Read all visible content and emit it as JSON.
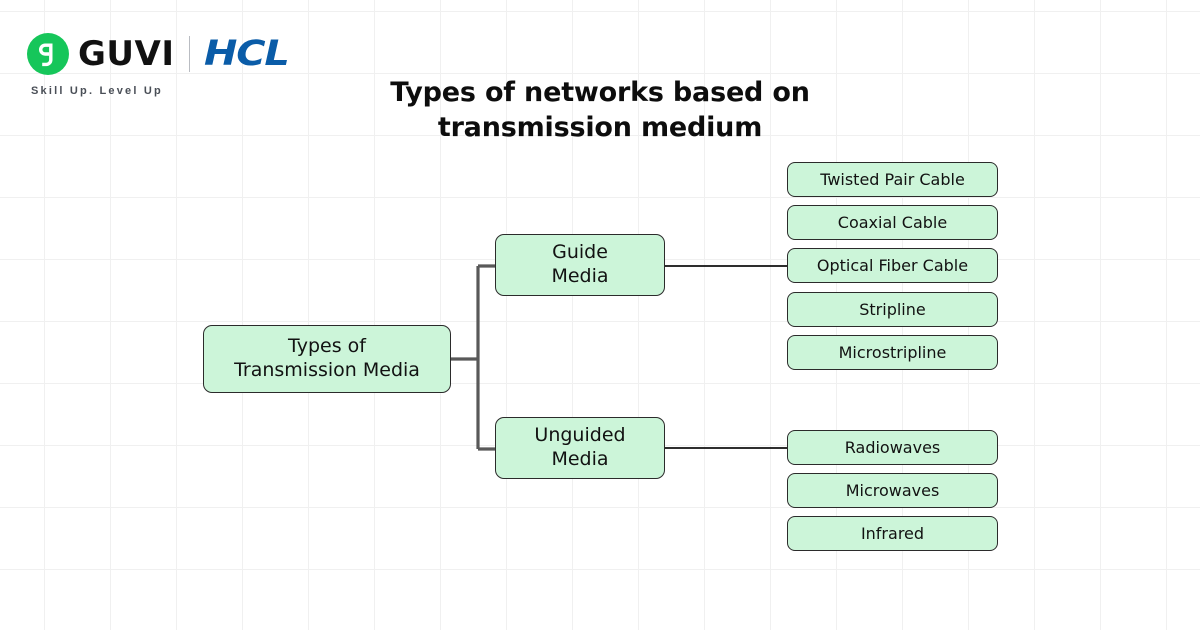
{
  "brand": {
    "guvi_name": "GUVI",
    "guvi_icon": "guvi-g-mark",
    "tagline": "Skill Up. Level Up",
    "partner_name": "HCL",
    "guvi_green": "#16c65a",
    "hcl_blue": "#0a5ca8"
  },
  "title": "Types of networks based on\ntransmission medium",
  "diagram": {
    "node_fill": "#ccf5d9",
    "node_border": "#2b2b2b",
    "edge_color": "#595959",
    "root": {
      "label": "Types of\nTransmission Media"
    },
    "branches": [
      {
        "id": "guided",
        "label": "Guide\nMedia",
        "children": [
          {
            "label": "Twisted Pair Cable"
          },
          {
            "label": "Coaxial Cable"
          },
          {
            "label": "Optical Fiber Cable"
          },
          {
            "label": "Stripline"
          },
          {
            "label": "Microstripline"
          }
        ]
      },
      {
        "id": "unguided",
        "label": "Unguided\nMedia",
        "children": [
          {
            "label": "Radiowaves"
          },
          {
            "label": "Microwaves"
          },
          {
            "label": "Infrared"
          }
        ]
      }
    ]
  }
}
